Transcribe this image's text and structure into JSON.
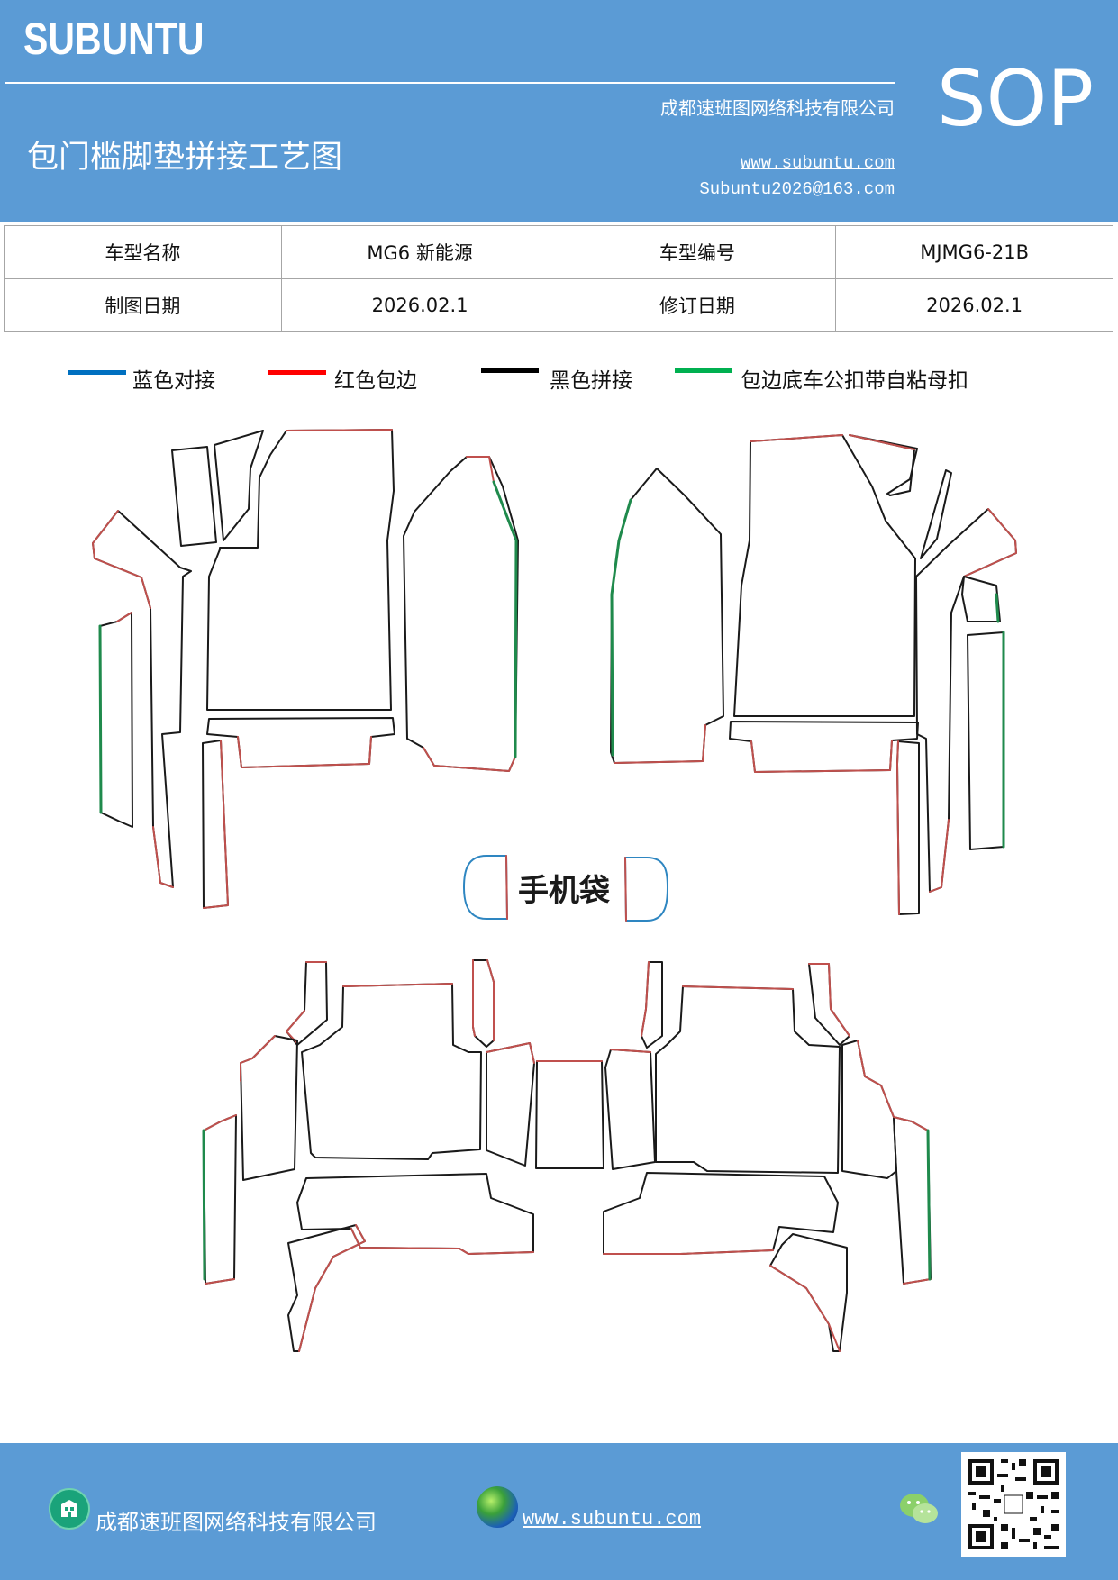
{
  "header": {
    "brand": "SUBUNTU",
    "company": "成都速班图网络科技有限公司",
    "title": "包门槛脚垫拼接工艺图",
    "website": "www.subuntu.com",
    "email": "Subuntu2026@163.com",
    "sop": "SOP"
  },
  "info_table": {
    "model_name_label": "车型名称",
    "model_name_value": "MG6 新能源",
    "model_code_label": "车型编号",
    "model_code_value": "MJMG6-21B",
    "draw_date_label": "制图日期",
    "draw_date_value": "2026.02.1",
    "revise_date_label": "修订日期",
    "revise_date_value": "2026.02.1"
  },
  "legend": [
    {
      "label": "蓝色对接",
      "color": "#0070c0"
    },
    {
      "label": "红色包边",
      "color": "#ff0000"
    },
    {
      "label": "黑色拼接",
      "color": "#000000"
    },
    {
      "label": "包边底车公扣带自粘母扣",
      "color": "#00b050"
    }
  ],
  "drawing": {
    "phone_pocket_label": "手机袋",
    "edge_colors": {
      "black": "#1a1a1a",
      "red": "#c0504d",
      "green": "#1f8a4c",
      "blue": "#2e86c1"
    }
  },
  "footer": {
    "company": "成都速班图网络科技有限公司",
    "website": "www.subuntu.com",
    "company_icon": "building-icon",
    "web_icon": "globe-icon",
    "wechat_icon": "wechat-icon",
    "qr_icon": "qr-code-icon"
  }
}
